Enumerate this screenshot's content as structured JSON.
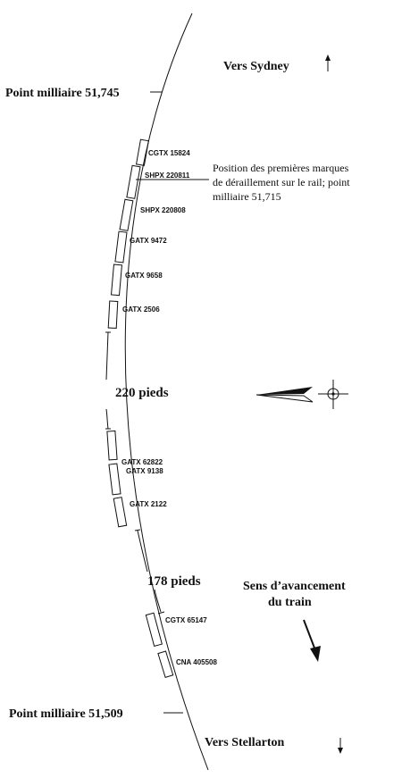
{
  "direction_north": "Vers Sydney",
  "direction_south": "Vers Stellarton",
  "mile_top": "Point milliaire 51,745",
  "mile_bottom": "Point milliaire 51,509",
  "derail_note": {
    "line1": "Position des premières marques",
    "line2": "de déraillement sur le rail; point",
    "line3": "milliaire 51,715"
  },
  "gap1": "220 pieds",
  "gap2": "178 pieds",
  "travel": {
    "line1": "Sens d’avancement",
    "line2": "du train"
  },
  "cars": [
    "CGTX 15824",
    "SHPX 220811",
    "SHPX 220808",
    "GATX 9472",
    "GATX 9658",
    "GATX 2506",
    "GATX 62822",
    "GATX 9138",
    "GATX 2122",
    "CGTX 65147",
    "CNA 405508"
  ],
  "colors": {
    "ink": "#111111",
    "background": "#ffffff"
  }
}
